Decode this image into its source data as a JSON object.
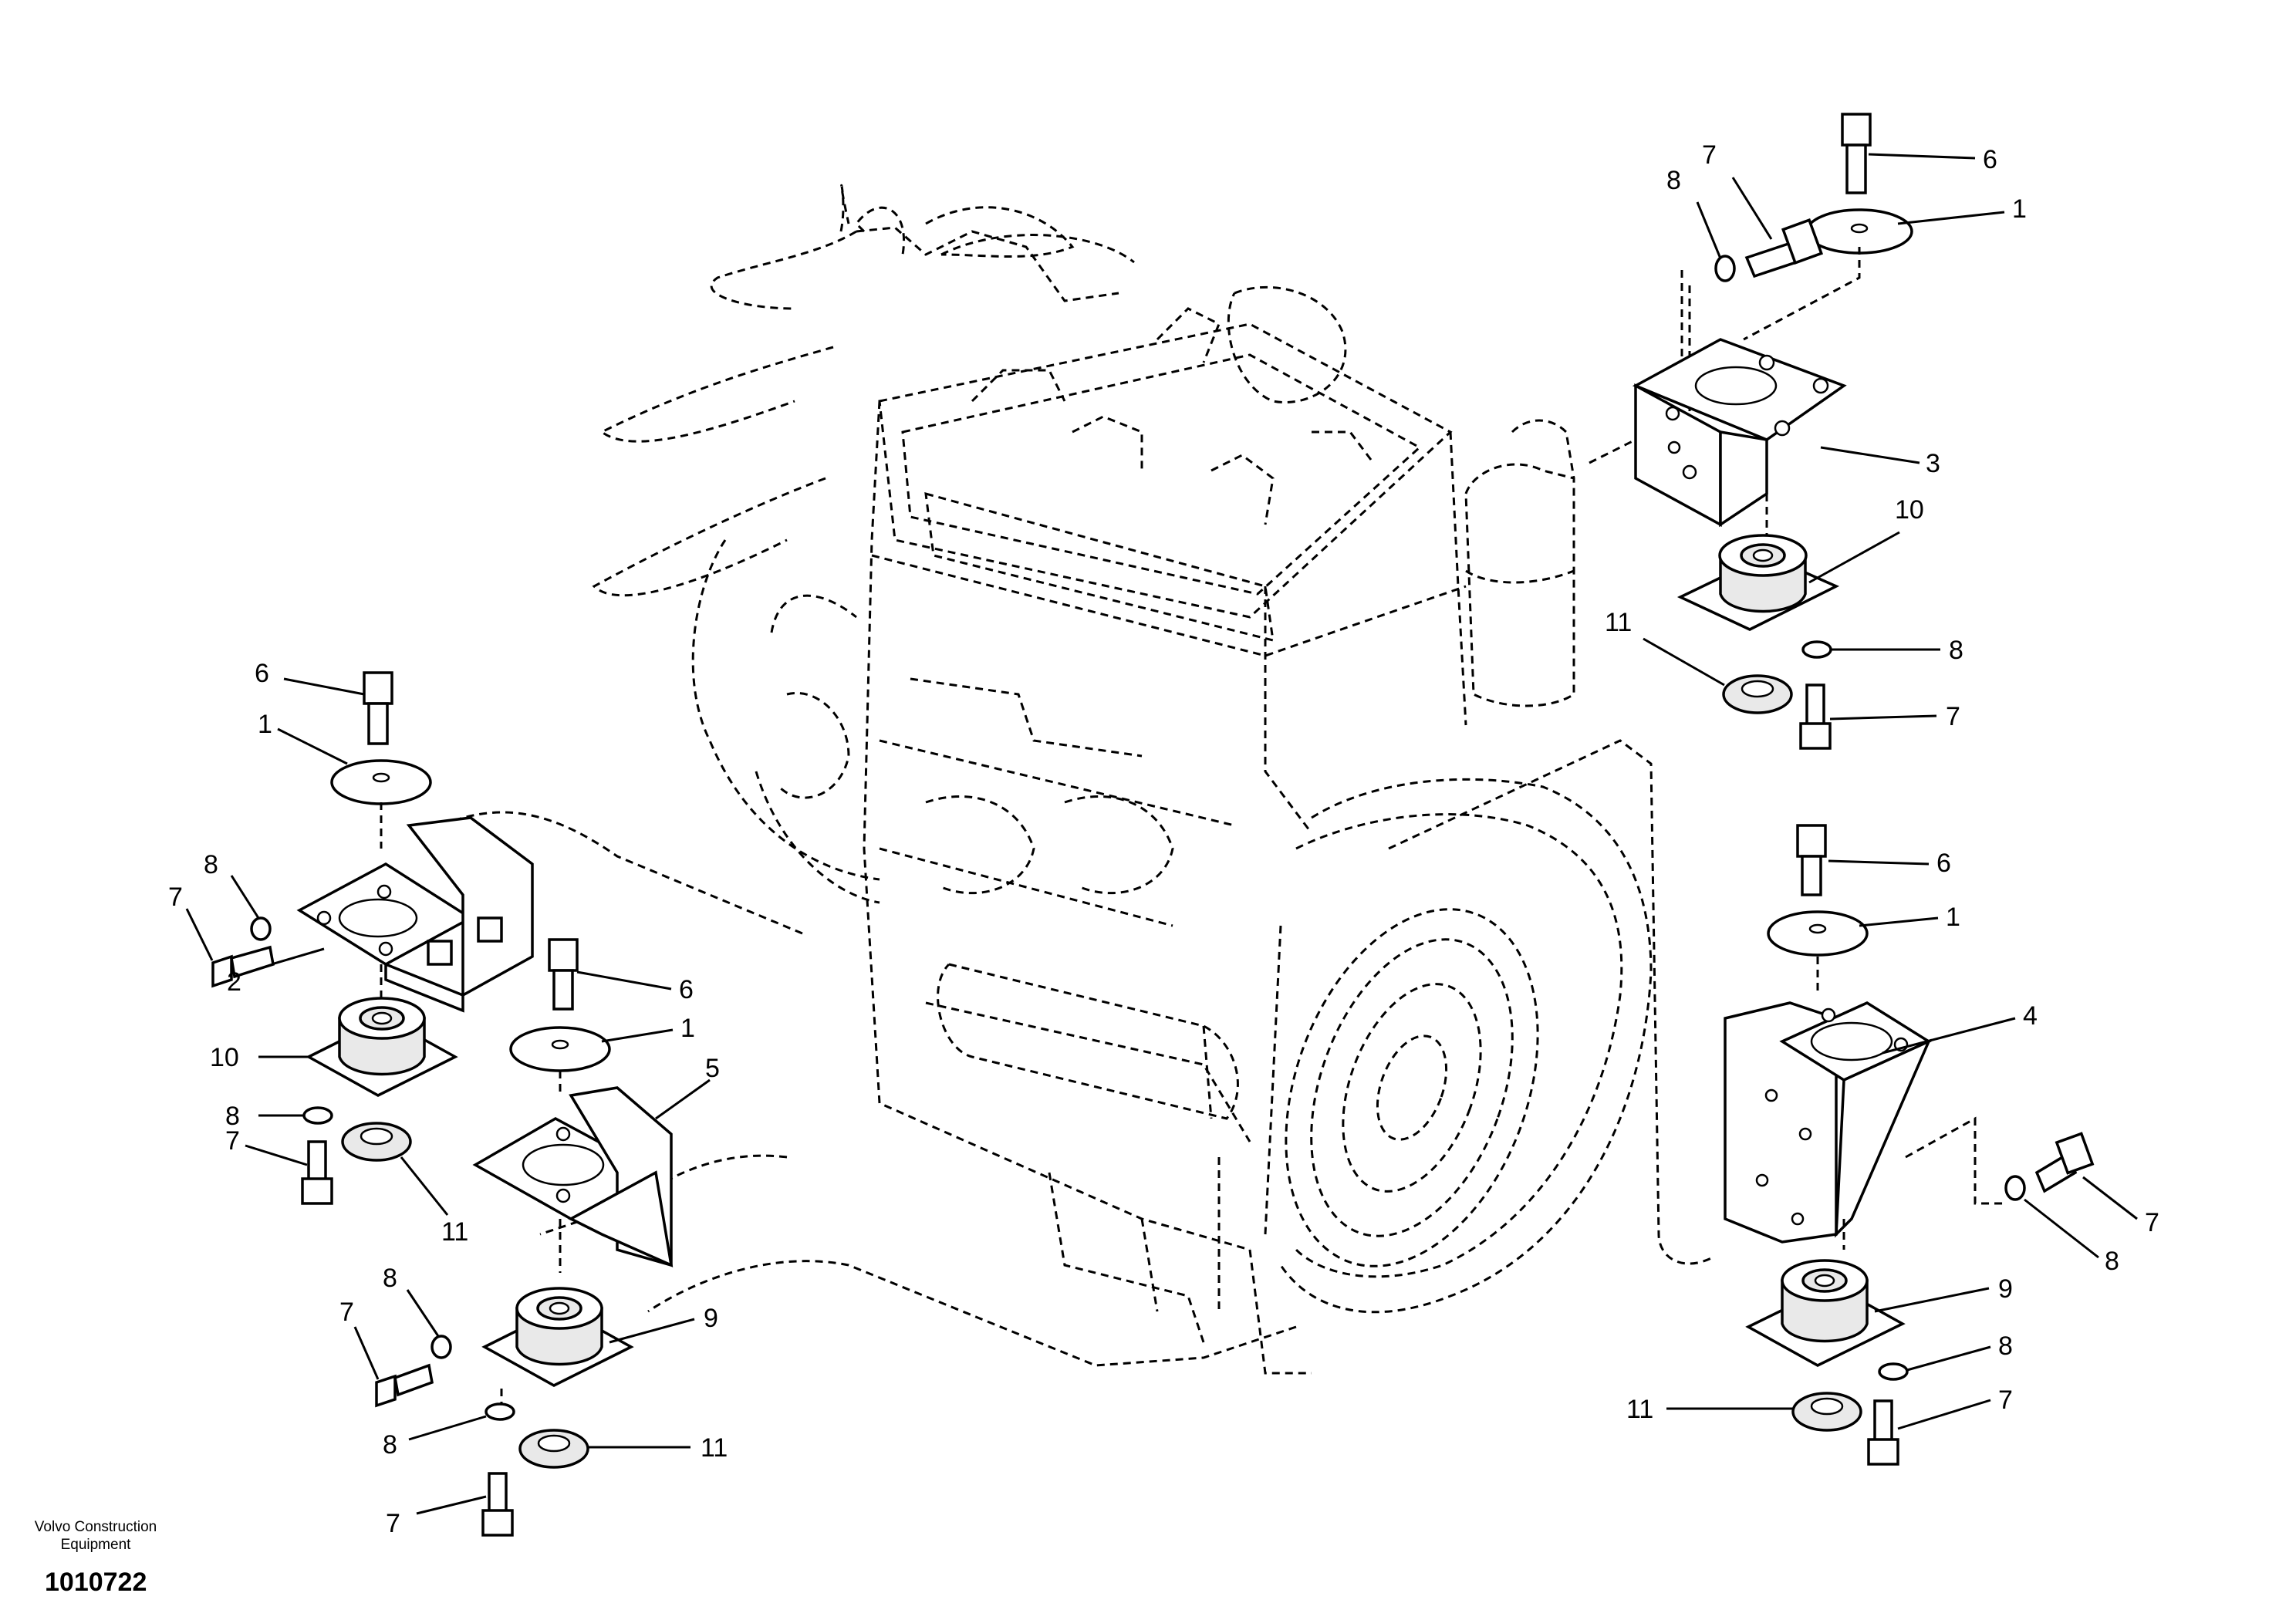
{
  "drawing": {
    "company": "Volvo Construction Equipment",
    "number": "1010722"
  },
  "callouts": {
    "tr_6": "6",
    "tr_7": "7",
    "tr_8a": "8",
    "tr_1": "1",
    "tr_3": "3",
    "tr_10": "10",
    "tr_11": "11",
    "tr_8b": "8",
    "tr_7b": "7",
    "l_6": "6",
    "l_1": "1",
    "l_8a": "8",
    "l_7a": "7",
    "l_2": "2",
    "l_10": "10",
    "l_8b": "8",
    "l_7b": "7",
    "l_11": "11",
    "c_6": "6",
    "c_1": "1",
    "c_5": "5",
    "c_8a": "8",
    "c_7a": "7",
    "c_9": "9",
    "c_8b": "8",
    "c_11": "11",
    "c_7b": "7",
    "r_6": "6",
    "r_1": "1",
    "r_4": "4",
    "r_7a": "7",
    "r_8a": "8",
    "r_9": "9",
    "r_8b": "8",
    "r_11": "11",
    "r_7b": "7"
  }
}
